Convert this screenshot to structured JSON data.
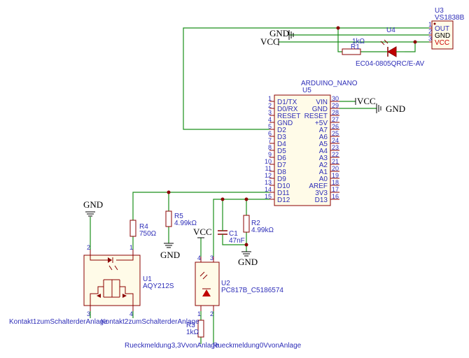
{
  "components": {
    "u3": {
      "ref": "U3",
      "value": "VS1838B",
      "pins": [
        "OUT",
        "GND",
        "VCC"
      ],
      "nums": [
        "1",
        "2",
        "3"
      ]
    },
    "u4_label": "U4",
    "r1": {
      "ref": "R1",
      "value": "1kΩ"
    },
    "led": {
      "value": "EC04-0805QRC/E-AV"
    },
    "u5": {
      "ref": "U5",
      "value": "ARDUINO_NANO",
      "left_pins": [
        {
          "num": "1",
          "name": "D1/TX"
        },
        {
          "num": "2",
          "name": "D0/RX"
        },
        {
          "num": "3",
          "name": "RESET"
        },
        {
          "num": "4",
          "name": "GND"
        },
        {
          "num": "5",
          "name": "D2"
        },
        {
          "num": "6",
          "name": "D3"
        },
        {
          "num": "7",
          "name": "D4"
        },
        {
          "num": "8",
          "name": "D5"
        },
        {
          "num": "9",
          "name": "D6"
        },
        {
          "num": "10",
          "name": "D7"
        },
        {
          "num": "11",
          "name": "D8"
        },
        {
          "num": "12",
          "name": "D9"
        },
        {
          "num": "13",
          "name": "D10"
        },
        {
          "num": "14",
          "name": "D11"
        },
        {
          "num": "15",
          "name": "D12"
        }
      ],
      "right_pins": [
        {
          "num": "30",
          "name": "VIN"
        },
        {
          "num": "29",
          "name": "GND"
        },
        {
          "num": "28",
          "name": "RESET"
        },
        {
          "num": "27",
          "name": "+5V"
        },
        {
          "num": "26",
          "name": "A7"
        },
        {
          "num": "25",
          "name": "A6"
        },
        {
          "num": "24",
          "name": "A5"
        },
        {
          "num": "23",
          "name": "A4"
        },
        {
          "num": "22",
          "name": "A3"
        },
        {
          "num": "21",
          "name": "A2"
        },
        {
          "num": "20",
          "name": "A1"
        },
        {
          "num": "19",
          "name": "A0"
        },
        {
          "num": "18",
          "name": "AREF"
        },
        {
          "num": "17",
          "name": "3V3"
        },
        {
          "num": "16",
          "name": "D13"
        }
      ]
    },
    "r4": {
      "ref": "R4",
      "value": "750Ω"
    },
    "r5": {
      "ref": "R5",
      "value": "4.99kΩ"
    },
    "r2": {
      "ref": "R2",
      "value": "4.99kΩ"
    },
    "c1": {
      "ref": "C1",
      "value": "47nF"
    },
    "r3": {
      "ref": "R3",
      "value": "1kΩ"
    },
    "u1": {
      "ref": "U1",
      "value": "AQY212S",
      "pin_nums": [
        "2",
        "1",
        "3",
        "4"
      ]
    },
    "u2": {
      "ref": "U2",
      "value": "PC817B_C5186574",
      "pin_nums": [
        "4",
        "3",
        "1",
        "2"
      ]
    }
  },
  "power": {
    "gnd": "GND",
    "vcc": "VCC"
  },
  "net_labels": {
    "kontakt1": "Kontakt1zumSchalterderAnlage",
    "kontakt2": "Kontakt2zumSchalterderAnlage",
    "rueck33": "Rueckmeldung3,3VvonAnlage",
    "rueck0": "Rueckmeldung0VvonAnlage"
  }
}
